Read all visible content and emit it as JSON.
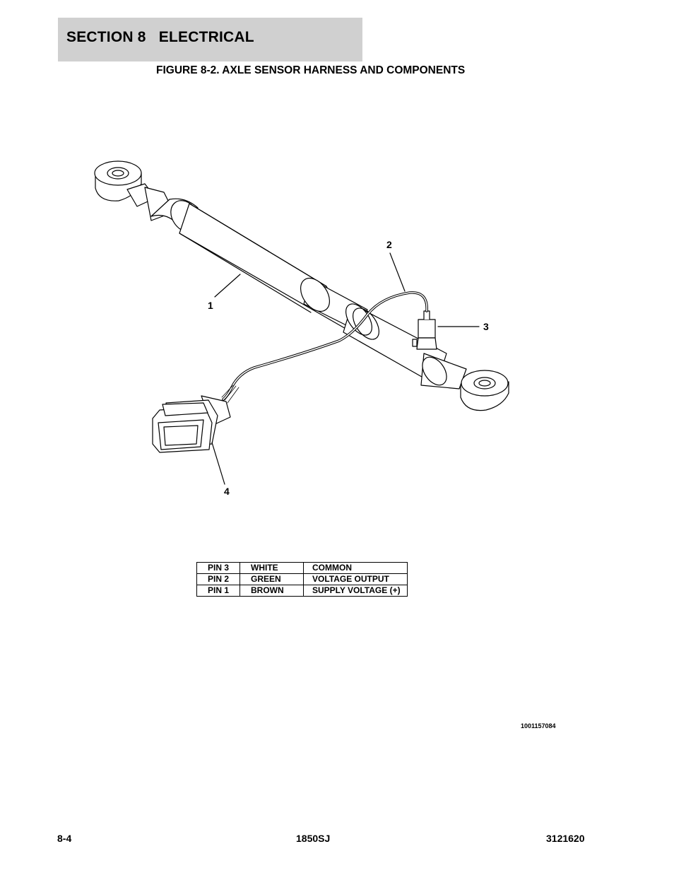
{
  "header": {
    "section_title": "SECTION 8   ELECTRICAL",
    "figure_title": "FIGURE 8-2. AXLE SENSOR HARNESS AND COMPONENTS"
  },
  "callouts": {
    "c1": "1",
    "c2": "2",
    "c3": "3",
    "c4": "4"
  },
  "pin_table": {
    "rows": [
      {
        "pin": "PIN 3",
        "color": "WHITE",
        "function": "COMMON"
      },
      {
        "pin": "PIN 2",
        "color": "GREEN",
        "function": "VOLTAGE OUTPUT"
      },
      {
        "pin": "PIN 1",
        "color": "BROWN",
        "function": "SUPPLY VOLTAGE (+)"
      }
    ]
  },
  "drawing_number": "1001157084",
  "footer": {
    "page": "8-4",
    "model": "1850SJ",
    "manual": "3121620"
  }
}
